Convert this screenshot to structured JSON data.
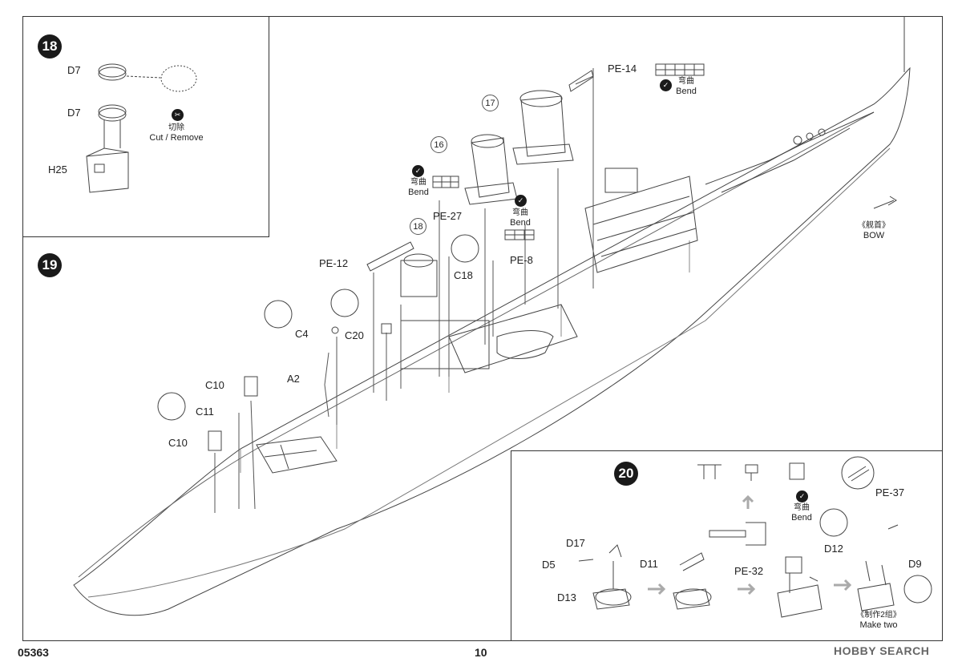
{
  "footer": {
    "product_code": "05363",
    "page_number": "10",
    "watermark": "HOBBY SEARCH"
  },
  "step18": {
    "number": "18",
    "labels": {
      "d7_top": "D7",
      "d7_bottom": "D7",
      "h25": "H25"
    },
    "remove_note": {
      "cn": "切除",
      "en": "Cut / Remove"
    }
  },
  "step19": {
    "number": "19",
    "parts": {
      "pe14": "PE-14",
      "pe27": "PE-27",
      "pe8": "PE-8",
      "pe12": "PE-12",
      "c18": "C18",
      "c4": "C4",
      "c20": "C20",
      "a2": "A2",
      "c10_top": "C10",
      "c11": "C11",
      "c10_bottom": "C10"
    },
    "callouts": {
      "n17": "17",
      "n16": "16",
      "n18": "18"
    },
    "bend_notes": [
      {
        "cn": "弯曲",
        "en": "Bend"
      },
      {
        "cn": "弯曲",
        "en": "Bend"
      },
      {
        "cn": "弯曲",
        "en": "Bend"
      }
    ],
    "bow": {
      "cn": "《舰首》",
      "en": "BOW"
    }
  },
  "step20": {
    "number": "20",
    "parts": {
      "d17": "D17",
      "d5": "D5",
      "d13": "D13",
      "d11": "D11",
      "pe32": "PE-32",
      "pe37": "PE-37",
      "d12": "D12",
      "d9": "D9"
    },
    "bend_note": {
      "cn": "弯曲",
      "en": "Bend"
    },
    "make_two": {
      "cn": "《制作2组》",
      "en": "Make two"
    }
  }
}
